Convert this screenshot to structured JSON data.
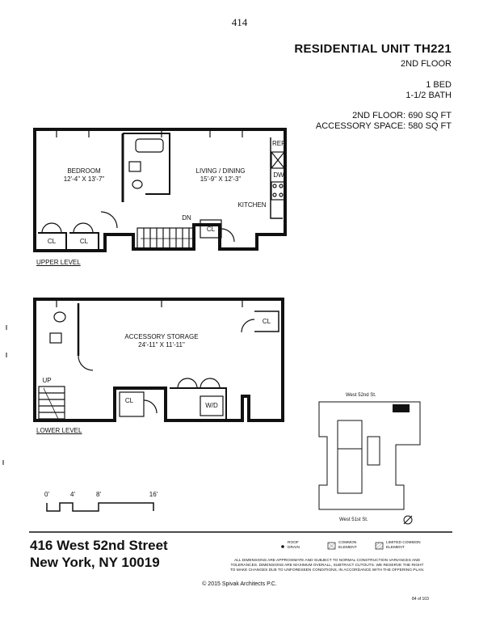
{
  "page_number": "414",
  "header": {
    "unit_title": "RESIDENTIAL UNIT TH221",
    "floor": "2ND FLOOR",
    "beds": "1 BED",
    "baths": "1-1/2 BATH",
    "floor_area": "2ND FLOOR: 690 SQ FT",
    "accessory_area": "ACCESSORY SPACE: 580 SQ FT"
  },
  "upper_level": {
    "label": "UPPER LEVEL",
    "bedroom_name": "BEDROOM",
    "bedroom_dims": "12'-4\" X 13'-7\"",
    "living_name": "LIVING / DINING",
    "living_dims": "15'-9\" X 12'-3\"",
    "kitchen": "KITCHEN",
    "ref": "REF",
    "dw": "DW",
    "dn": "DN",
    "closet": "CL"
  },
  "lower_level": {
    "label": "LOWER LEVEL",
    "storage_name": "ACCESSORY STORAGE",
    "storage_dims": "24'-11\" X 11'-11\"",
    "up": "UP",
    "wd": "W/D",
    "closet": "CL"
  },
  "scale": [
    "0'",
    "4'",
    "8'",
    "16'"
  ],
  "keyplan": {
    "north_street": "West 52nd St.",
    "south_street": "West 51st St."
  },
  "address": {
    "line1": "416 West 52nd Street",
    "line2": "New York, NY 10019"
  },
  "legend": {
    "roof_drain": "ROOF DRAIN",
    "common": "COMMON ELEMENT",
    "limited": "LIMITED COMMON ELEMENT"
  },
  "disclaimer": [
    "ALL DIMENSIONS ARE APPROXIMATE AND SUBJECT TO NORMAL CONSTRUCTION VARIANCES AND",
    "TOLERANCES. DIMENSIONS ARE MAXIMUM OVERALL, SUBTRACT CUTOUTS. WE RESERVE THE RIGHT",
    "TO MAKE CHANGES DUE TO UNFORESEEN CONDITIONS, IN ACCORDANCE WITH THE OFFERING PLAN."
  ],
  "copyright": "© 2015 Spivak Architects P.C.",
  "sheet": "84 of 103"
}
